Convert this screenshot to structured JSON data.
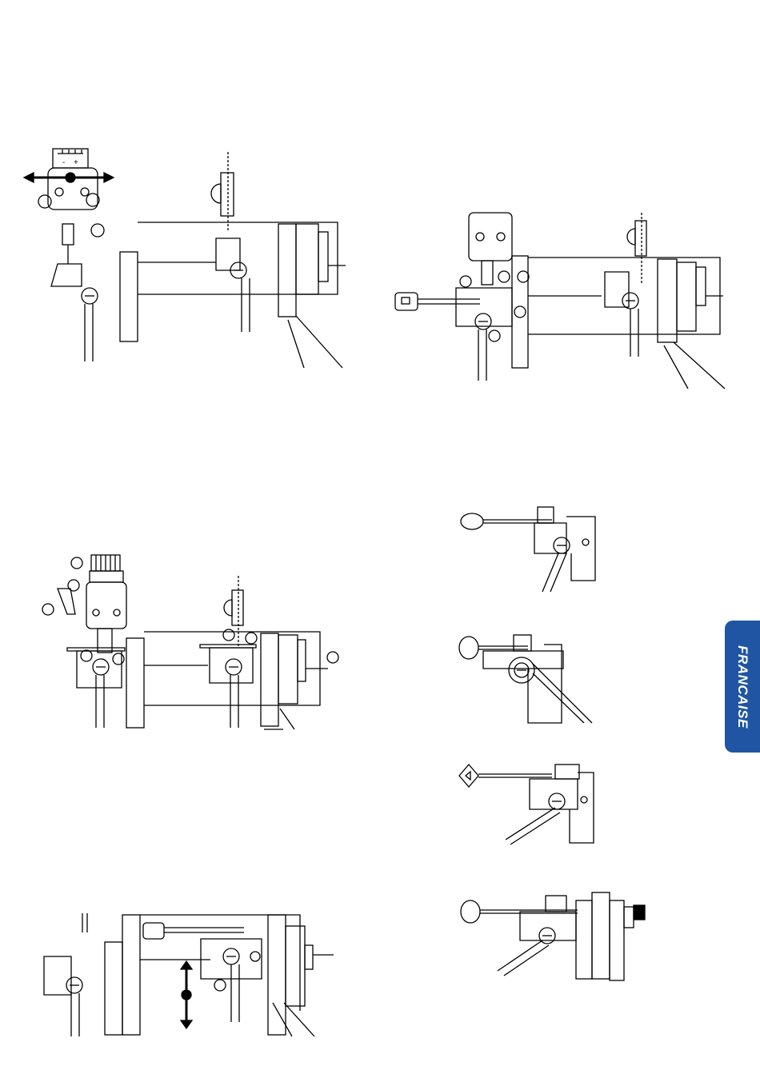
{
  "language_tab": {
    "label": "FRANCAISE",
    "color": "#1f55a3"
  },
  "colors": {
    "ink": "#000000",
    "paper": "#ffffff"
  },
  "figures": [
    {
      "id": "fig-1",
      "icons": [
        "dial-icon",
        "double-arrow-horizontal-icon",
        "cutter-blade-icon",
        "key-clamp-icon"
      ]
    },
    {
      "id": "fig-2",
      "icons": [
        "key-icon",
        "cutter-blade-icon",
        "key-clamp-icon"
      ]
    },
    {
      "id": "fig-3",
      "icons": [
        "knurled-knob-icon",
        "lever-icon",
        "cutter-blade-icon",
        "key-clamp-icon"
      ]
    },
    {
      "id": "fig-4",
      "icons": [
        "key-icon",
        "double-arrow-vertical-icon",
        "key-clamp-icon"
      ]
    },
    {
      "id": "fig-5",
      "icons": [
        "ring-key-icon",
        "clamp-icon"
      ]
    },
    {
      "id": "fig-6",
      "icons": [
        "ring-key-icon",
        "clamp-icon"
      ]
    },
    {
      "id": "fig-7",
      "icons": [
        "triangle-key-icon",
        "clamp-icon"
      ]
    },
    {
      "id": "fig-8",
      "icons": [
        "ring-key-icon",
        "clamp-icon"
      ]
    }
  ]
}
